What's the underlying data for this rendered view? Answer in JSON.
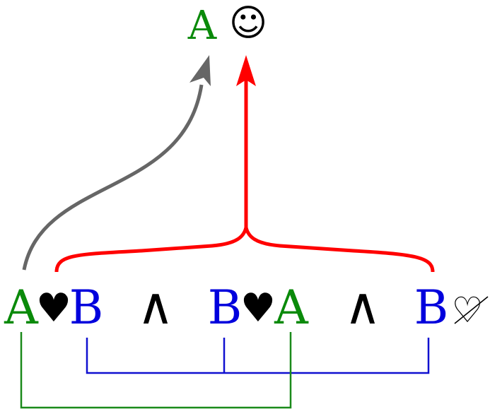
{
  "top": {
    "letter": "A",
    "smiley": "☺"
  },
  "expression": {
    "tokens": [
      {
        "text": "A",
        "role": "var-a"
      },
      {
        "text": "♥",
        "role": "heart"
      },
      {
        "text": "B",
        "role": "var-b"
      },
      {
        "text": "∧",
        "role": "and"
      },
      {
        "text": "B",
        "role": "var-b"
      },
      {
        "text": "♥",
        "role": "heart"
      },
      {
        "text": "A",
        "role": "var-a"
      },
      {
        "text": "∧",
        "role": "and"
      },
      {
        "text": "B",
        "role": "var-b"
      },
      {
        "text": "♡",
        "role": "broken-heart"
      }
    ]
  },
  "colors": {
    "var_a": "#0a8a0a",
    "var_b": "#0000dd",
    "text": "#000000",
    "brace": "#ff0000",
    "grey_arrow": "#666666",
    "a_link": "#1a8a1a",
    "b_link": "#1010d0"
  },
  "icons": {
    "smiley": "smiley-icon",
    "heart": "heart-icon",
    "broken_heart": "broken-heart-icon"
  }
}
